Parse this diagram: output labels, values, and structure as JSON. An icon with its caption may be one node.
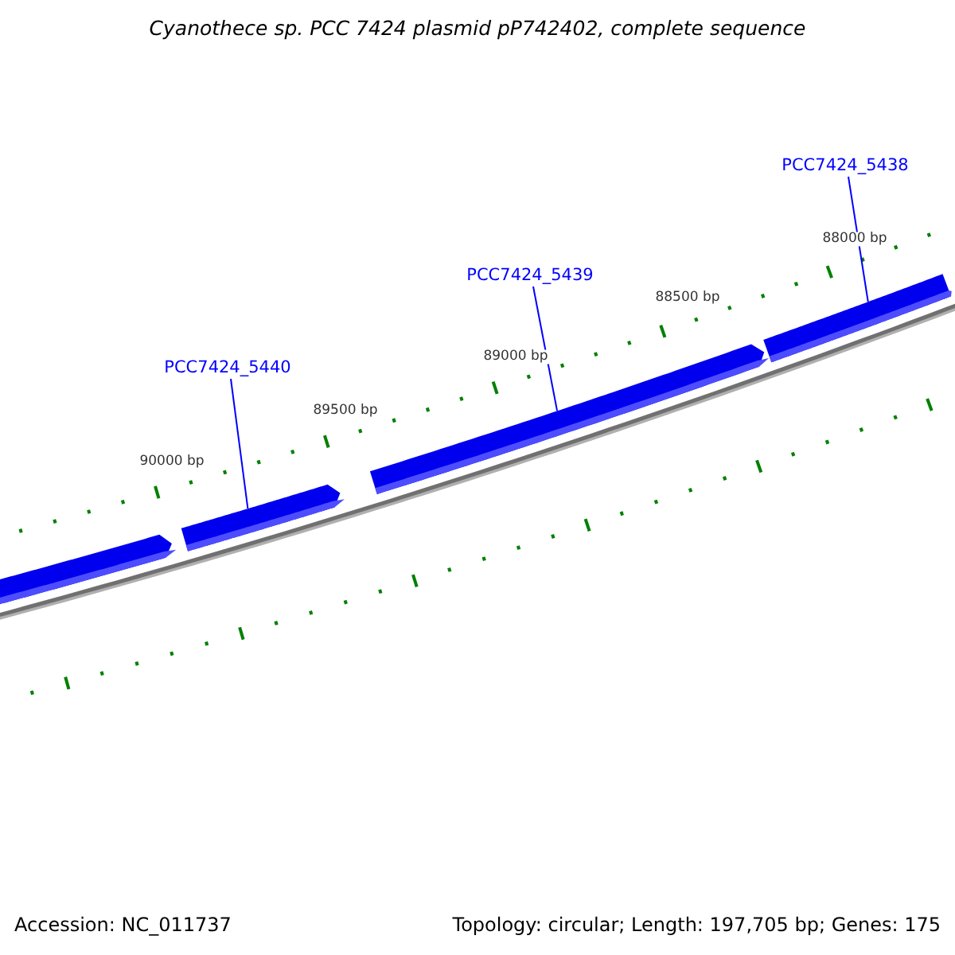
{
  "diagram": {
    "title": "Cyanothece sp. PCC 7424 plasmid pP742402, complete sequence",
    "nodes": [
      {
        "text": [
          "PCC7424_5438"
        ]
      },
      {
        "text": [
          "PCC7424_5439"
        ]
      },
      {
        "text": [
          "PCC7424_5440"
        ]
      },
      {
        "text": [],
        "shape": "bar"
      },
      {
        "text": [],
        "shape": "bar"
      },
      {
        "text": [],
        "shape": "bar"
      },
      {
        "text": [],
        "shape": "bar"
      }
    ],
    "edges": [
      {
        "from": 0,
        "to": 6,
        "arrow": "none"
      },
      {
        "from": 1,
        "to": 5,
        "arrow": "none"
      },
      {
        "from": 2,
        "to": 4,
        "arrow": "none"
      }
    ],
    "labels": [
      "88000 bp",
      "88500 bp",
      "89000 bp",
      "89500 bp",
      "90000 bp",
      "Accession: NC_011737",
      "Topology: circular; Length: 197,705 bp; Genes: 175"
    ]
  }
}
